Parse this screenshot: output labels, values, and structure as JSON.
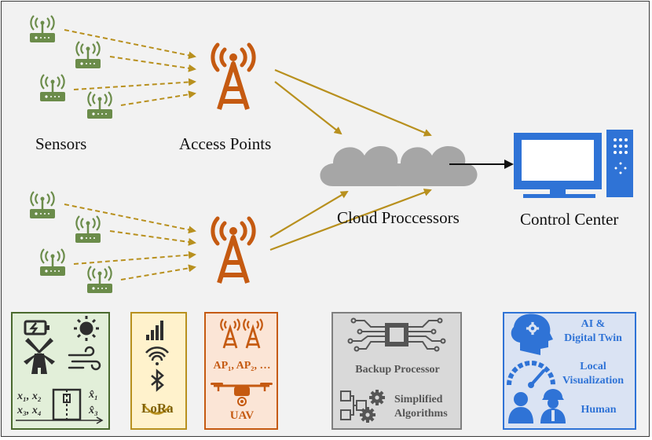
{
  "labels": {
    "sensors": "Sensors",
    "access_points": "Access Points",
    "cloud_processors": "Cloud Proccessors",
    "control_center": "Control Center"
  },
  "panels": {
    "energy": {
      "math_left_1": "x₁, x₂",
      "math_left_2": "x₃, x₄",
      "math_right_1": "x̂₁",
      "math_right_2": "x̂₃"
    },
    "connectivity": {
      "lora": "LoRa"
    },
    "access": {
      "ap_list": "AP₁, AP₂, …",
      "uav": "UAV"
    },
    "backup": {
      "processor": "Backup Processor",
      "algorithms_1": "Simplified",
      "algorithms_2": "Algorithms"
    },
    "control": {
      "ai_1": "AI &",
      "ai_2": "Digital Twin",
      "vis_1": "Local",
      "vis_2": "Visualization",
      "human": "Human"
    }
  },
  "colors": {
    "sensor_green": "#6b8c4a",
    "tower_orange": "#c55a11",
    "arrow_gold": "#b8901e",
    "cloud_gray": "#a6a6a6",
    "monitor_blue": "#2f73d6",
    "panel_green": "#e2efd9",
    "panel_yellow": "#fff2cc",
    "panel_orange": "#fbe5d6",
    "panel_gray": "#d9d9d9",
    "panel_blue": "#dae3f3"
  }
}
